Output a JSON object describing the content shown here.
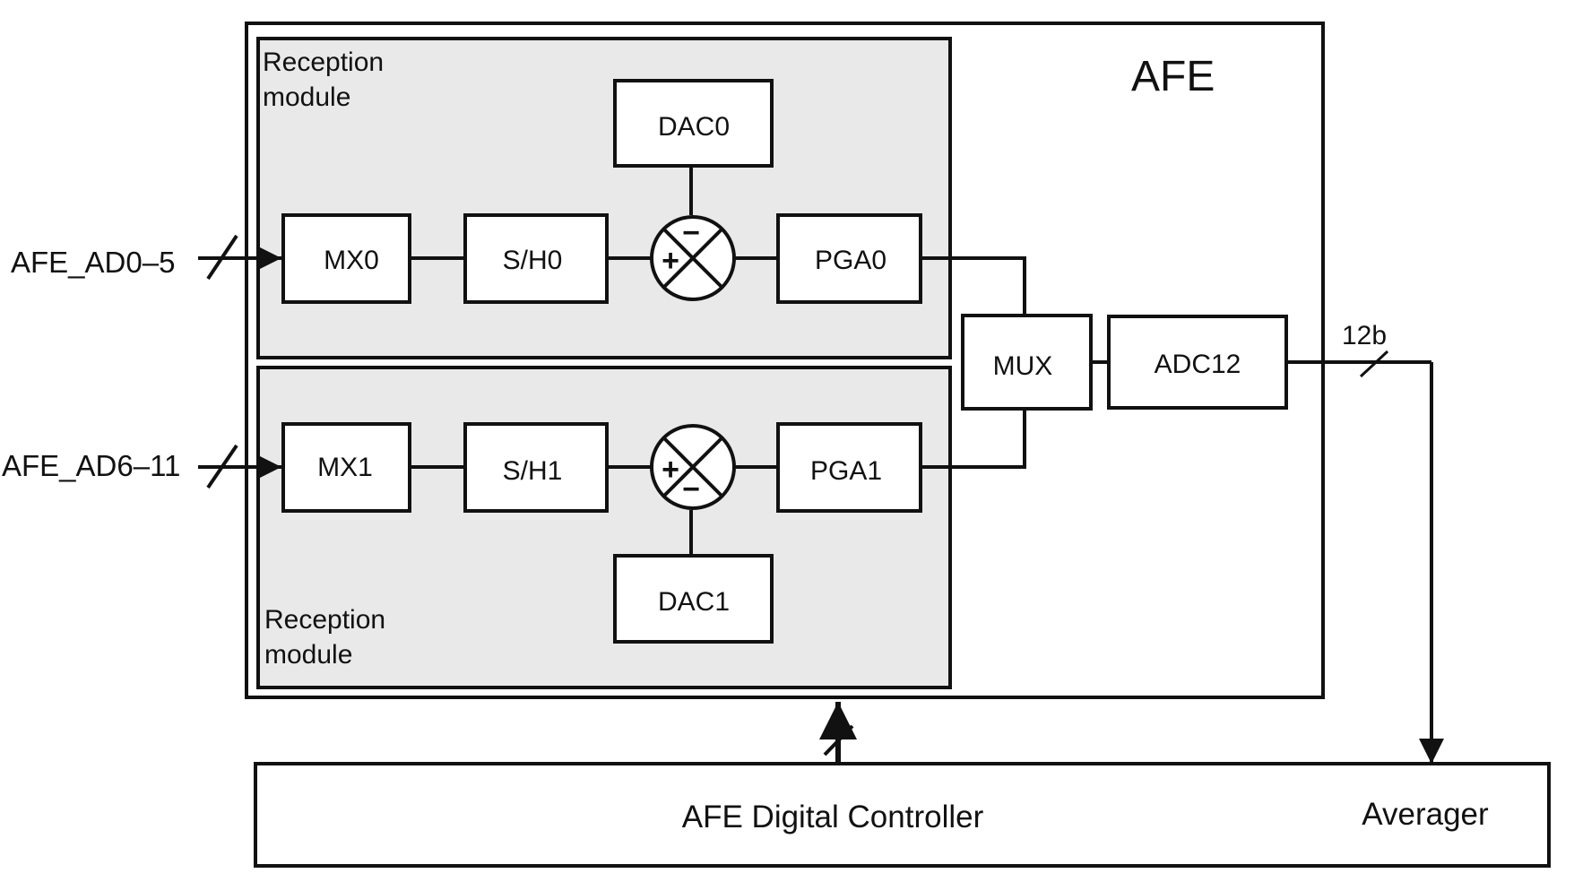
{
  "afe": {
    "title": "AFE"
  },
  "module_top": {
    "label_line1": "Reception",
    "label_line2": "module"
  },
  "module_bottom": {
    "label_line1": "Reception",
    "label_line2": "module"
  },
  "blocks": {
    "mx0": "MX0",
    "sh0": "S/H0",
    "pga0": "PGA0",
    "dac0": "DAC0",
    "mx1": "MX1",
    "sh1": "S/H1",
    "pga1": "PGA1",
    "dac1": "DAC1",
    "mux": "MUX",
    "adc12": "ADC12"
  },
  "mixer_top": {
    "plus": "+",
    "minus": "−"
  },
  "mixer_bottom": {
    "plus": "+",
    "minus": "−"
  },
  "inputs": {
    "top": "AFE_AD0–5",
    "bottom": "AFE_AD6–11"
  },
  "bus": {
    "width_label": "12b"
  },
  "controller": {
    "label": "AFE Digital Controller",
    "averager": "Averager"
  },
  "colors": {
    "module_fill": "#e9e9e9",
    "stroke": "#111111",
    "background": "#ffffff"
  }
}
